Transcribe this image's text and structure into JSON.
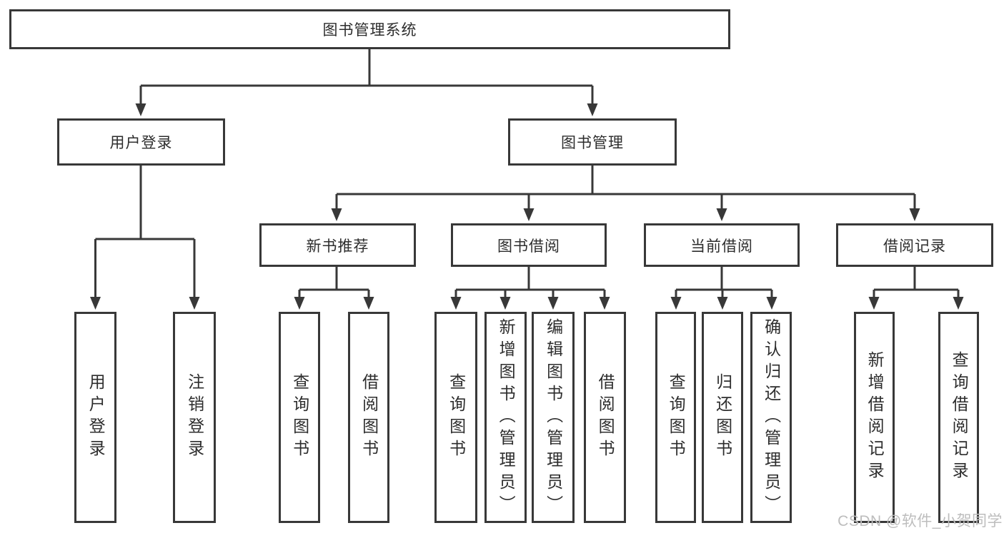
{
  "tree": {
    "label": "图书管理系统",
    "children": [
      {
        "label": "用户登录",
        "children": [
          {
            "label": "用户登录"
          },
          {
            "label": "注销登录"
          }
        ]
      },
      {
        "label": "图书管理",
        "children": [
          {
            "label": "新书推荐",
            "children": [
              {
                "label": "查询图书"
              },
              {
                "label": "借阅图书"
              }
            ]
          },
          {
            "label": "图书借阅",
            "children": [
              {
                "label": "查询图书"
              },
              {
                "label": "新增图书（管理员）"
              },
              {
                "label": "编辑图书（管理员）"
              },
              {
                "label": "借阅图书"
              }
            ]
          },
          {
            "label": "当前借阅",
            "children": [
              {
                "label": "查询图书"
              },
              {
                "label": "归还图书"
              },
              {
                "label": "确认归还（管理员）"
              }
            ]
          },
          {
            "label": "借阅记录",
            "children": [
              {
                "label": "新增借阅记录"
              },
              {
                "label": "查询借阅记录"
              }
            ]
          }
        ]
      }
    ]
  },
  "watermark": {
    "text": "CSDN @软件_小贺同学"
  },
  "colors": {
    "line": "#383838",
    "box_border": "#383838",
    "text": "#2d2d2d",
    "background": "#ffffff",
    "watermark": "#bdbdbd"
  }
}
